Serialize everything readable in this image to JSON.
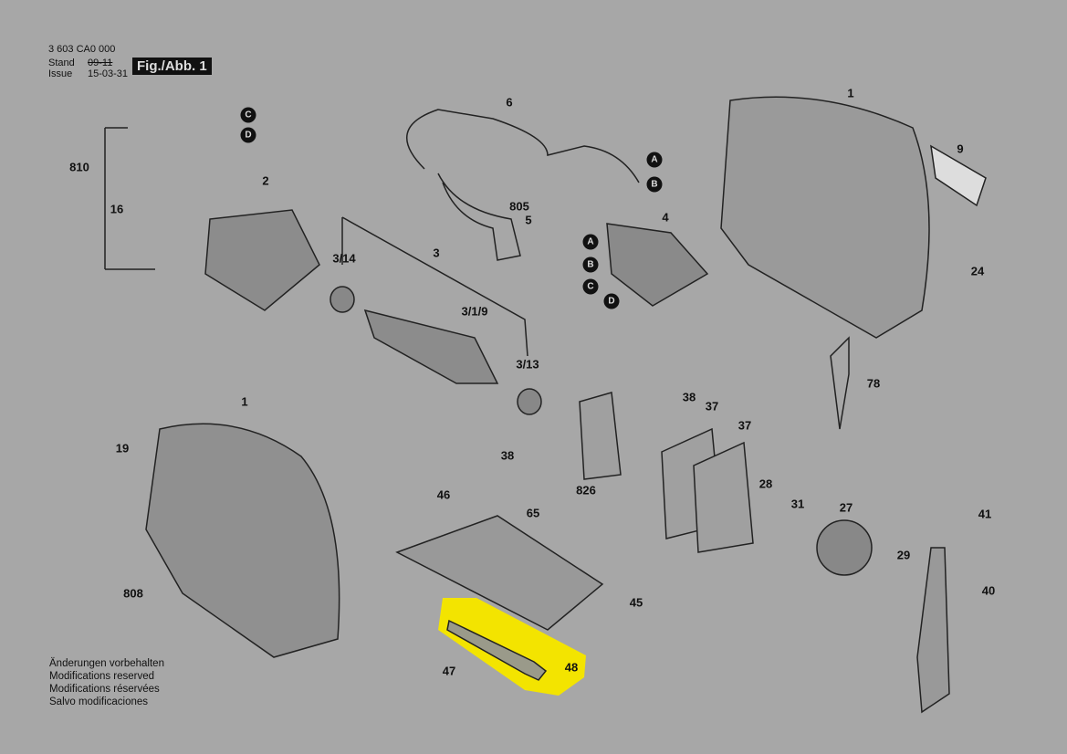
{
  "header": {
    "doc_number": "3 603 CA0 000",
    "stand_label": "Stand",
    "stand_value": "09-11",
    "issue_label": "Issue",
    "issue_value": "15-03-31",
    "figure": "Fig./Abb. 1"
  },
  "labels": [
    "1",
    "9",
    "6",
    "A",
    "B",
    "C",
    "D",
    "810",
    "16",
    "2",
    "805",
    "5",
    "4",
    "A",
    "B",
    "C",
    "D",
    "24",
    "3/14",
    "3",
    "3/1/9",
    "3/13",
    "78",
    "1",
    "38",
    "37",
    "37",
    "19",
    "38",
    "826",
    "28",
    "46",
    "65",
    "31",
    "27",
    "41",
    "29",
    "40",
    "808",
    "45",
    "47",
    "48"
  ],
  "footer": [
    "Änderungen vorbehalten",
    "Modifications reserved",
    "Modifications réservées",
    "Salvo modificaciones"
  ],
  "colors": {
    "background": "#a7a7a7",
    "highlight": "#f3e400"
  }
}
